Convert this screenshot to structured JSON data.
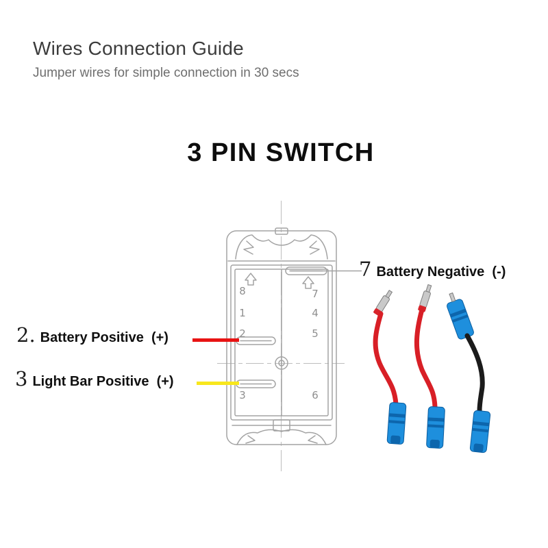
{
  "header": {
    "title": "Wires Connection Guide",
    "subtitle": "Jumper wires for simple connection in 30 secs"
  },
  "heading": "3 PIN SWITCH",
  "callouts": {
    "battery_negative": {
      "pin": "7",
      "label": "Battery Negative  (-)"
    },
    "battery_positive": {
      "pin": "2.",
      "label": "Battery Positive  (+)"
    },
    "light_bar_positive": {
      "pin": "3",
      "label": "Light Bar Positive  (+)"
    }
  },
  "switch_pins": {
    "left": [
      "8",
      "1",
      "2",
      "3"
    ],
    "right": [
      "7",
      "4",
      "5",
      "6"
    ]
  },
  "colors": {
    "battery_positive_wire": "#e81313",
    "light_bar_positive_wire": "#f8e71c",
    "jumper_wire_red": "#d81f26",
    "jumper_wire_black": "#1b1b1b",
    "connector_blue": "#1e8fdd",
    "connector_blue_dark": "#0d66ad",
    "diagram_line": "#a3a3a3"
  }
}
